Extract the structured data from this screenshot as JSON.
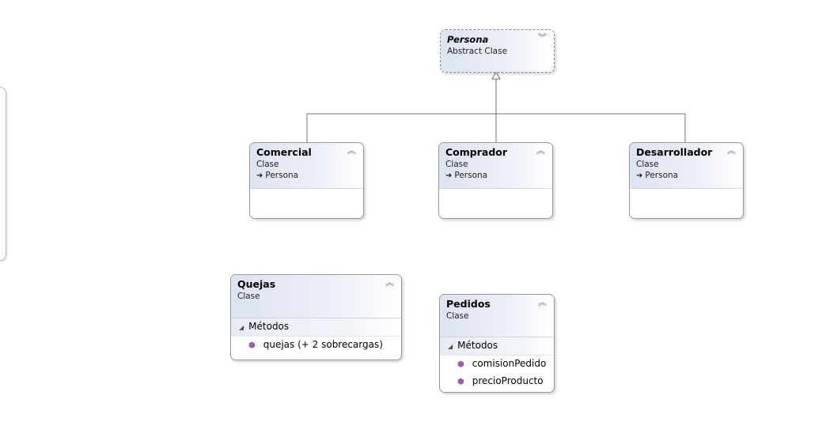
{
  "diagram": {
    "persona": {
      "name": "Persona",
      "kind": "Abstract Clase",
      "collapse_icon": "chevron-double-down"
    },
    "comercial": {
      "name": "Comercial",
      "kind": "Clase",
      "inherits": "Persona",
      "collapse_icon": "chevron-double-up"
    },
    "comprador": {
      "name": "Comprador",
      "kind": "Clase",
      "inherits": "Persona",
      "collapse_icon": "chevron-double-up"
    },
    "desarrollador": {
      "name": "Desarrollador",
      "kind": "Clase",
      "inherits": "Persona",
      "collapse_icon": "chevron-double-up"
    },
    "quejas": {
      "name": "Quejas",
      "kind": "Clase",
      "collapse_icon": "chevron-double-up",
      "section": "Métodos",
      "methods": [
        "quejas (+ 2 sobrecargas)"
      ]
    },
    "pedidos": {
      "name": "Pedidos",
      "kind": "Clase",
      "collapse_icon": "chevron-double-up",
      "section": "Métodos",
      "methods": [
        "comisionPedido",
        "precioProducto"
      ]
    }
  },
  "colors": {
    "method_icon": "#9b59b6",
    "border": "#9a9a9a",
    "header_gradient": "#dde3f2"
  }
}
